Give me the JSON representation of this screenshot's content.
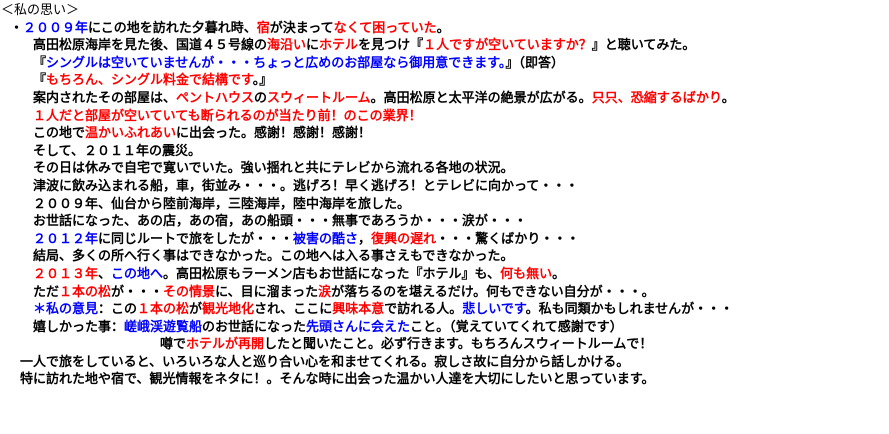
{
  "document": {
    "heading": "＜私の思い＞",
    "lines": [
      {
        "indent": 1,
        "bold": true,
        "segments": [
          {
            "text": "・",
            "color": "black"
          },
          {
            "text": "２００９年",
            "color": "blue"
          },
          {
            "text": "にこの地を訪れた夕暮れ時、",
            "color": "black"
          },
          {
            "text": "宿",
            "color": "red"
          },
          {
            "text": "が決まって",
            "color": "black"
          },
          {
            "text": "なくて困っていた",
            "color": "red"
          },
          {
            "text": "。",
            "color": "black"
          }
        ]
      },
      {
        "indent": 2,
        "bold": true,
        "segments": [
          {
            "text": "高田松原海岸を見た後、国道４５号線の",
            "color": "black"
          },
          {
            "text": "海沿い",
            "color": "red"
          },
          {
            "text": "に",
            "color": "black"
          },
          {
            "text": "ホテル",
            "color": "red"
          },
          {
            "text": "を見つけ『",
            "color": "black"
          },
          {
            "text": "１人ですが空いていますか？",
            "color": "red"
          },
          {
            "text": "』と聴いてみた。",
            "color": "black"
          }
        ]
      },
      {
        "indent": 2,
        "bold": true,
        "segments": [
          {
            "text": "『",
            "color": "black"
          },
          {
            "text": "シングルは空いていませんが・・・ちょっと広めのお部屋なら御用意できます。",
            "color": "blue"
          },
          {
            "text": "』（即答）",
            "color": "black"
          }
        ]
      },
      {
        "indent": 2,
        "bold": true,
        "segments": [
          {
            "text": "『",
            "color": "black"
          },
          {
            "text": "もちろん、シングル料金で結構です",
            "color": "red"
          },
          {
            "text": "。』",
            "color": "black"
          }
        ]
      },
      {
        "indent": 2,
        "bold": true,
        "segments": [
          {
            "text": "案内されたその部屋は、",
            "color": "black"
          },
          {
            "text": "ペントハウス",
            "color": "red"
          },
          {
            "text": "の",
            "color": "black"
          },
          {
            "text": "スウィートルーム",
            "color": "red"
          },
          {
            "text": "。高田松原と太平洋の絶景が広がる。",
            "color": "black"
          },
          {
            "text": "只只、恐縮するばかり",
            "color": "red"
          },
          {
            "text": "。",
            "color": "black"
          }
        ]
      },
      {
        "indent": 2,
        "bold": true,
        "segments": [
          {
            "text": "１人だと部屋が空いていても断られるのが当たり前！のこの業界！",
            "color": "red"
          }
        ]
      },
      {
        "indent": 2,
        "bold": true,
        "segments": [
          {
            "text": "この地で",
            "color": "black"
          },
          {
            "text": "温かいふれあい",
            "color": "red"
          },
          {
            "text": "に出会った。感謝！感謝！感謝！",
            "color": "black"
          }
        ]
      },
      {
        "indent": 2,
        "bold": true,
        "segments": [
          {
            "text": "そして、２０１１年の震災。",
            "color": "black"
          }
        ]
      },
      {
        "indent": 2,
        "bold": true,
        "segments": [
          {
            "text": "その日は休みで自宅で寛いでいた。強い揺れと共にテレビから流れる各地の状況。",
            "color": "black"
          }
        ]
      },
      {
        "indent": 2,
        "bold": true,
        "segments": [
          {
            "text": "津波に飲み込まれる船，車，街並み・・・。逃げろ！早く逃げろ！とテレビに向かって・・・",
            "color": "black"
          }
        ]
      },
      {
        "indent": 2,
        "bold": true,
        "segments": [
          {
            "text": "２００９年、仙台から陸前海岸，三陸海岸，陸中海岸を旅した。",
            "color": "black"
          }
        ]
      },
      {
        "indent": 2,
        "bold": true,
        "segments": [
          {
            "text": "お世話になった、あの店，あの宿，あの船頭・・・無事であろうか・・・涙が・・・",
            "color": "black"
          }
        ]
      },
      {
        "indent": 2,
        "bold": true,
        "segments": [
          {
            "text": "２０１２年",
            "color": "blue"
          },
          {
            "text": "に同じルートで旅をしたが・・・",
            "color": "black"
          },
          {
            "text": "被害の酷さ",
            "color": "blue"
          },
          {
            "text": "，",
            "color": "black"
          },
          {
            "text": "復興の遅れ",
            "color": "red"
          },
          {
            "text": "・・・驚くばかり・・・",
            "color": "black"
          }
        ]
      },
      {
        "indent": 2,
        "bold": true,
        "segments": [
          {
            "text": "結局、多くの所へ行く事はできなかった。この地へは入る事さえもできなかった。",
            "color": "black"
          }
        ]
      },
      {
        "indent": 2,
        "bold": true,
        "segments": [
          {
            "text": "２０１３年",
            "color": "red"
          },
          {
            "text": "、",
            "color": "black"
          },
          {
            "text": "この地へ",
            "color": "blue"
          },
          {
            "text": "。高田松原もラーメン店もお世話になった『ホテル』も、",
            "color": "black"
          },
          {
            "text": "何も無い",
            "color": "red"
          },
          {
            "text": "。",
            "color": "black"
          }
        ]
      },
      {
        "indent": 2,
        "bold": true,
        "segments": [
          {
            "text": "ただ",
            "color": "black"
          },
          {
            "text": "１本の松",
            "color": "red"
          },
          {
            "text": "が・・・",
            "color": "black"
          },
          {
            "text": "その情景",
            "color": "red"
          },
          {
            "text": "に、目に溜まった",
            "color": "black"
          },
          {
            "text": "涙",
            "color": "red"
          },
          {
            "text": "が落ちるのを堪えるだけ。何もできない自分が・・・。",
            "color": "black"
          }
        ]
      },
      {
        "indent": 2,
        "bold": true,
        "segments": [
          {
            "text": "＊私の意見",
            "color": "blue"
          },
          {
            "text": "：この",
            "color": "black"
          },
          {
            "text": "１本の松",
            "color": "red"
          },
          {
            "text": "が",
            "color": "black"
          },
          {
            "text": "観光地化",
            "color": "red"
          },
          {
            "text": "され、ここに",
            "color": "black"
          },
          {
            "text": "興味本意",
            "color": "red"
          },
          {
            "text": "で訪れる人。",
            "color": "black"
          },
          {
            "text": "悲しいです",
            "color": "blue"
          },
          {
            "text": "。私も同類かもしれませんが・・・",
            "color": "black"
          }
        ]
      },
      {
        "indent": 2,
        "bold": true,
        "segments": [
          {
            "text": "嬉しかった事：",
            "color": "black"
          },
          {
            "text": "嵯峨渓遊覧船",
            "color": "blue"
          },
          {
            "text": "のお世話になった",
            "color": "black"
          },
          {
            "text": "先頭さんに会えた",
            "color": "blue"
          },
          {
            "text": "こと。（覚えていてくれて感謝です）",
            "color": "black"
          }
        ]
      },
      {
        "indent": 4,
        "bold": true,
        "segments": [
          {
            "text": "噂で",
            "color": "black"
          },
          {
            "text": "ホテルが再開",
            "color": "red"
          },
          {
            "text": "したと聞いたこと。必ず行きます。もちろんスウィートルームで！",
            "color": "black"
          }
        ]
      },
      {
        "indent": 3,
        "bold": true,
        "segments": [
          {
            "text": "一人で旅をしていると、いろいろな人と巡り合い心を和ませてくれる。寂しさ故に自分から話しかける。",
            "color": "black"
          }
        ]
      },
      {
        "indent": 3,
        "bold": true,
        "segments": [
          {
            "text": "特に訪れた地や宿で、観光情報をネタに！。そんな時に出会った温かい人達を大切にしたいと思っています。",
            "color": "black"
          }
        ]
      }
    ]
  },
  "colors": {
    "black": "#000000",
    "blue": "#0000ff",
    "red": "#ff0000"
  }
}
